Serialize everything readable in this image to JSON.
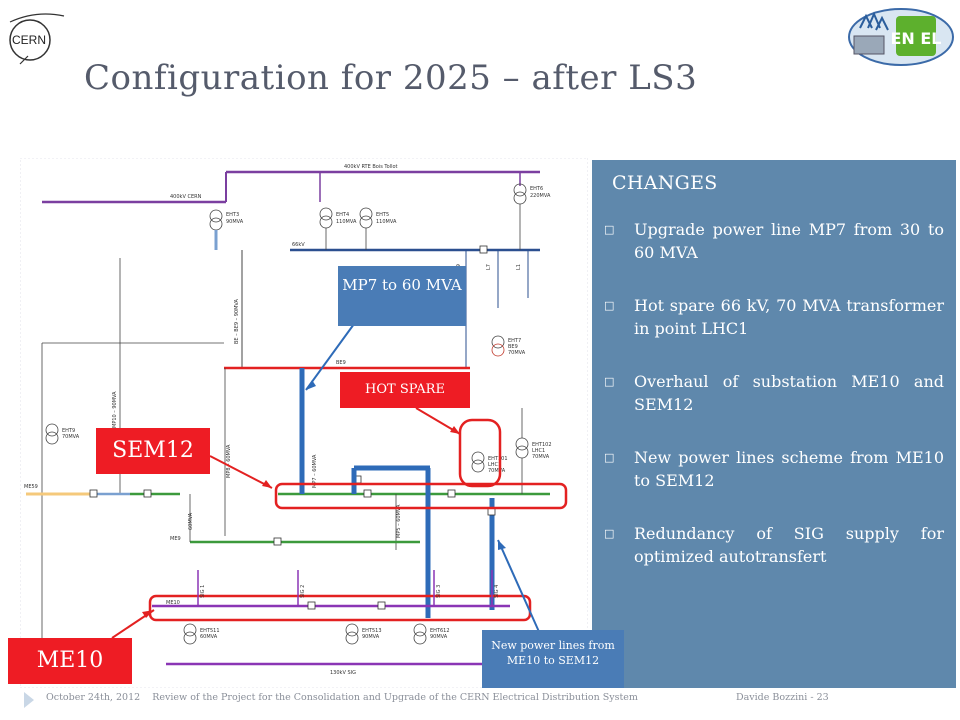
{
  "header": {
    "title": "Configuration for 2025 – after LS3",
    "logo_cern_text": "CERN",
    "logo_enel_text": "EN EL"
  },
  "diagram": {
    "labels": {
      "rte": "400kV RTE Bois Tollot",
      "cern400": "400kV CERN",
      "kv66": "66kV",
      "eht3": "EHT3",
      "eht3_rating": "90MVA",
      "eht4": "EHT4",
      "eht4_rating": "110MVA",
      "eht5": "EHT5",
      "eht5_rating": "110MVA",
      "eht6": "EHT6",
      "eht6_rating": "220MVA",
      "eht7": "EHT7",
      "eht7_sub": "BE9",
      "eht7_rating": "70MVA",
      "eht9": "EHT9",
      "eht9_rating": "70MVA",
      "eht101": "EHT101",
      "eht101_sub": "LHC1",
      "eht101_rating": "70MVA",
      "eht102": "EHT102",
      "eht102_sub": "LHC1",
      "eht102_rating": "70MVA",
      "eht511": "EHT511",
      "eht511_rating": "60MVA",
      "eht513": "EHT513",
      "eht513_rating": "90MVA",
      "eht612": "EHT612",
      "eht612_rating": "90MVA",
      "be9": "BE9",
      "me9": "ME9",
      "me10": "ME10",
      "me59": "ME59",
      "kv130": "130kV SIG",
      "line_be_be9": "BE – BE9 – 90MVA",
      "line_mp7": "MP7 – 60MVA",
      "line_mp8": "MP8 – 60MVA",
      "line_mp5": "MP5 – 60MVA",
      "line_mp10": "MP10 – 90MVA",
      "line_60mva": "60MVA",
      "sig1": "SIG 1",
      "sig2": "SIG 2",
      "sig3": "SIG 3",
      "sig4": "SIG 4",
      "l7": "L7",
      "l1": "L1",
      "l9": "L9"
    }
  },
  "callouts": {
    "mp7": "MP7 to 60 MVA",
    "hot_spare": "HOT SPARE",
    "sem12": "SEM12",
    "me10": "ME10",
    "new_lines": "New power lines from ME10 to SEM12"
  },
  "changes": {
    "heading": "CHANGES",
    "bullet_glyph": "□",
    "items": [
      "Upgrade power line MP7 from 30 to 60 MVA",
      "Hot spare 66 kV, 70 MVA transformer in point LHC1",
      "Overhaul of substation ME10 and SEM12",
      "New power lines scheme from ME10 to SEM12",
      "Redundancy of SIG supply for optimized autotransfert"
    ]
  },
  "footer": {
    "date": "October 24th, 2012",
    "description": "Review of the Project for the Consolidation and Upgrade of the CERN Electrical Distribution System",
    "author_page": "Davide Bozzini - 23"
  },
  "colors": {
    "panel": "#5f88ac",
    "callout_blue": "#4a7cb6",
    "callout_red": "#ee1c24",
    "title": "#555b6b"
  }
}
